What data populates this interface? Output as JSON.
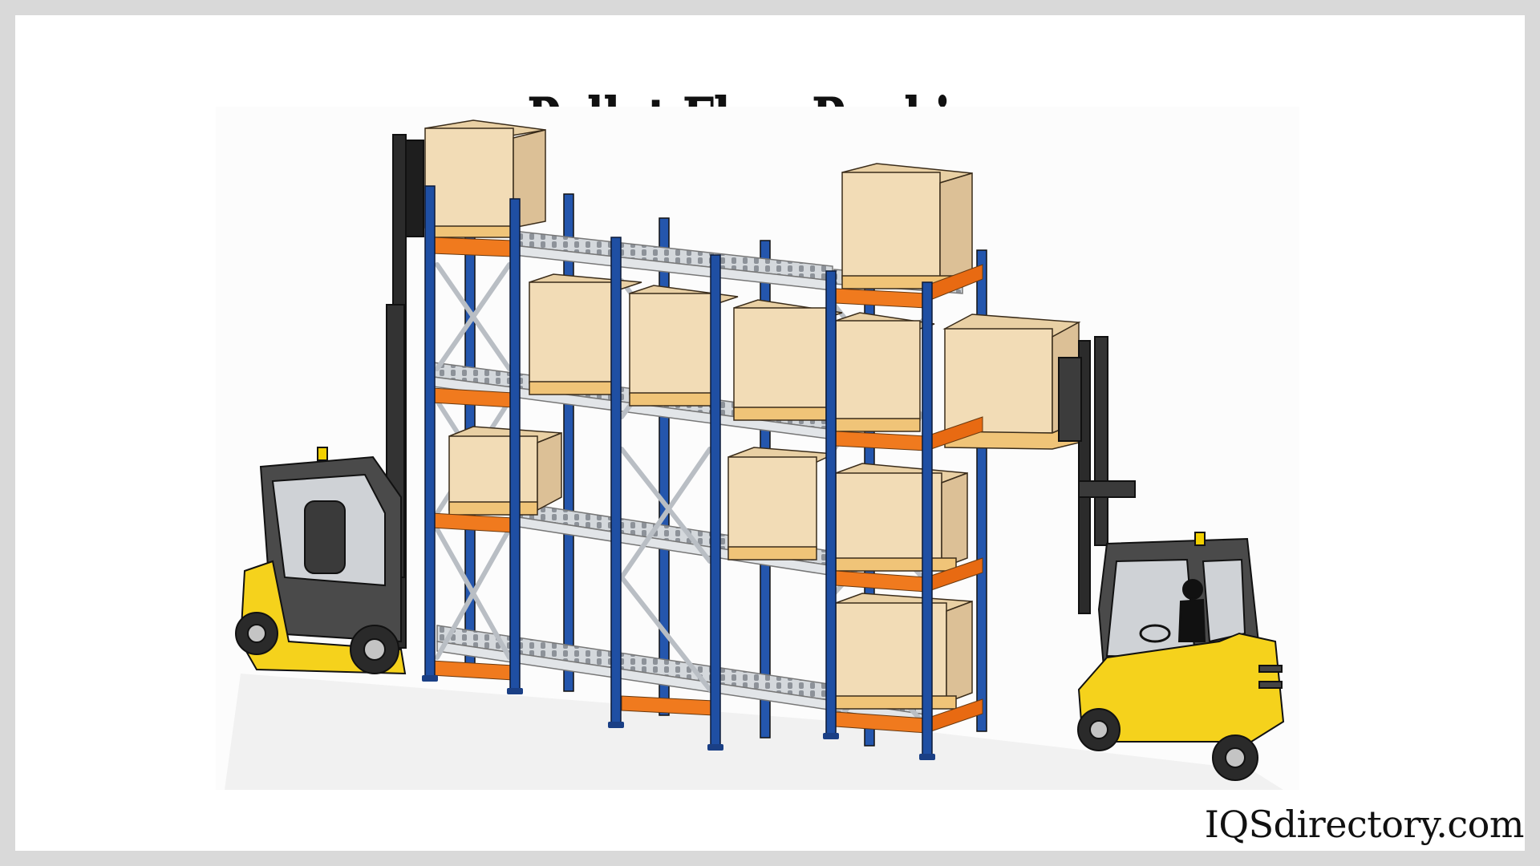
{
  "page": {
    "title": "Pallet Flow Racking",
    "watermark": "IQSdirectory.com"
  },
  "illustration": {
    "subject": "pallet flow racking system with two forklifts",
    "elements": {
      "rack": "blue uprights with orange beams and galvanized roller lanes",
      "left_forklift": "yellow and gray forklift loading top level",
      "right_forklift": "yellow and gray forklift with operator unloading pallet",
      "boxes": "cardboard boxes on wooden pallets"
    }
  },
  "colors": {
    "page_background": "#d9d9d9",
    "panel_background": "#ffffff",
    "upright_blue": "#1f4fa3",
    "beam_orange": "#f07a1e",
    "box_front": "#f2dcb6",
    "box_top": "#e9d0a4",
    "box_side": "#dcc096",
    "pallet": "#f0c478",
    "forklift_yellow": "#f5d21c",
    "forklift_gray": "#4a4a4a",
    "roller_silver": "#c9cdd2",
    "title_text": "#111111"
  }
}
